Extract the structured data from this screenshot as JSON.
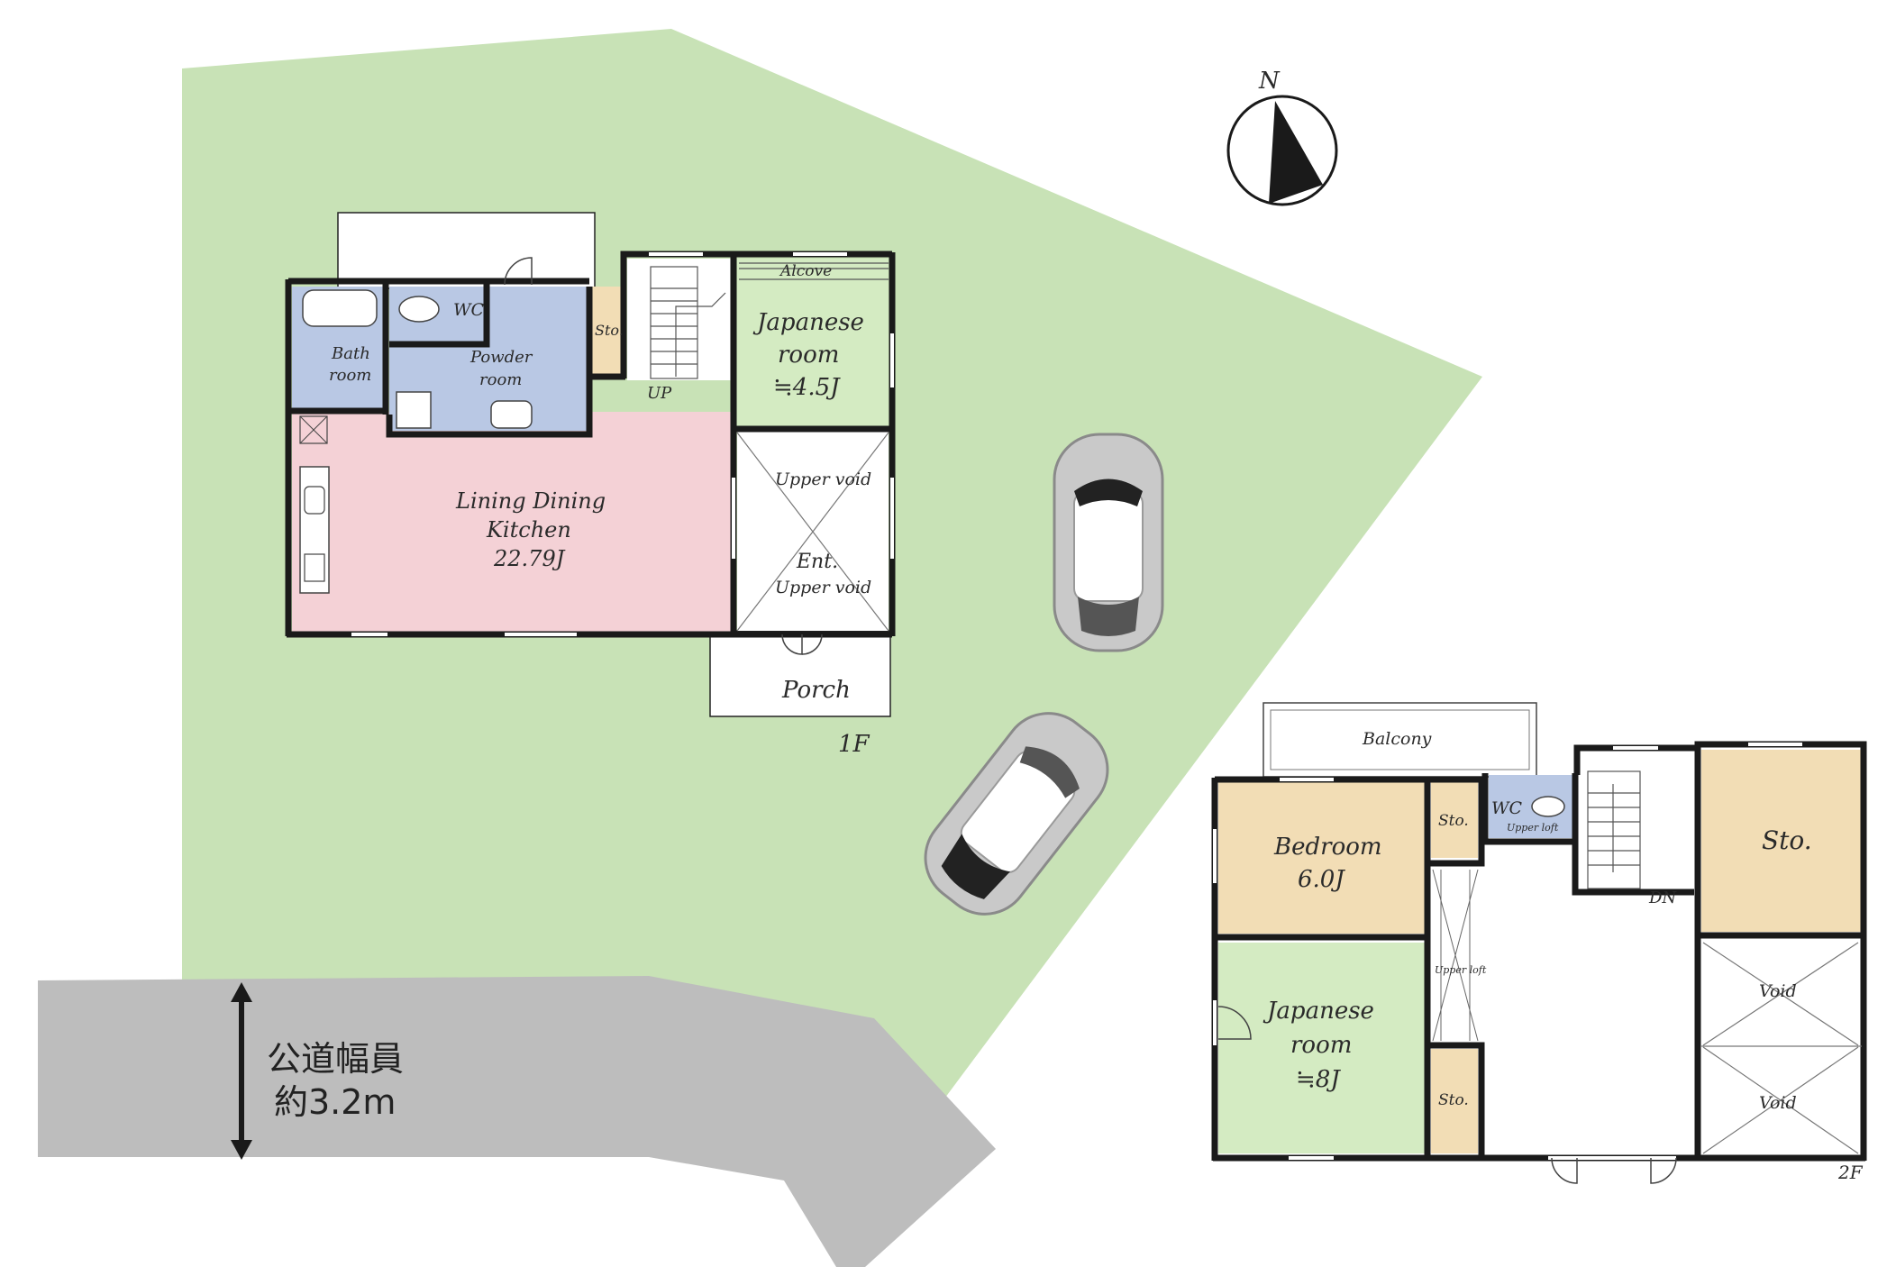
{
  "compass": {
    "north_label": "N"
  },
  "road": {
    "width_title": "公道幅員",
    "width_value": "約3.2m"
  },
  "floor1": {
    "floor_label": "1F",
    "alcove": "Alcove",
    "wc": "WC",
    "storage": "Sto.",
    "bath": [
      "Bath",
      "room"
    ],
    "powder": [
      "Powder",
      "room"
    ],
    "japanese": [
      "Japanese",
      "room",
      "≒4.5J"
    ],
    "stairs_up": "UP",
    "upper_void": "Upper void",
    "ent": [
      "Ent.",
      "Upper void"
    ],
    "ldk": [
      "Lining Dining",
      "Kitchen",
      "22.79J"
    ],
    "porch": "Porch"
  },
  "floor2": {
    "floor_label": "2F",
    "balcony": "Balcony",
    "bedroom": [
      "Bedroom",
      "6.0J"
    ],
    "sto_small_top": "Sto.",
    "wc": "WC",
    "upper_loft_wc": "Upper loft",
    "stairs_down": "DN",
    "sto_large": "Sto.",
    "upper_loft_hall": "Upper loft",
    "japanese": [
      "Japanese",
      "room",
      "≒8J"
    ],
    "sto_small_bottom": "Sto.",
    "void_top": "Void",
    "void_bottom": "Void"
  },
  "colors": {
    "lot": "#c8e2b6",
    "road": "#bdbdbd",
    "wet_area": "#b9c8e4",
    "ldk": "#f4d1d6",
    "tatami": "#d4ebc2",
    "storage": "#f2ddb5",
    "wall": "#1a1a1a"
  }
}
